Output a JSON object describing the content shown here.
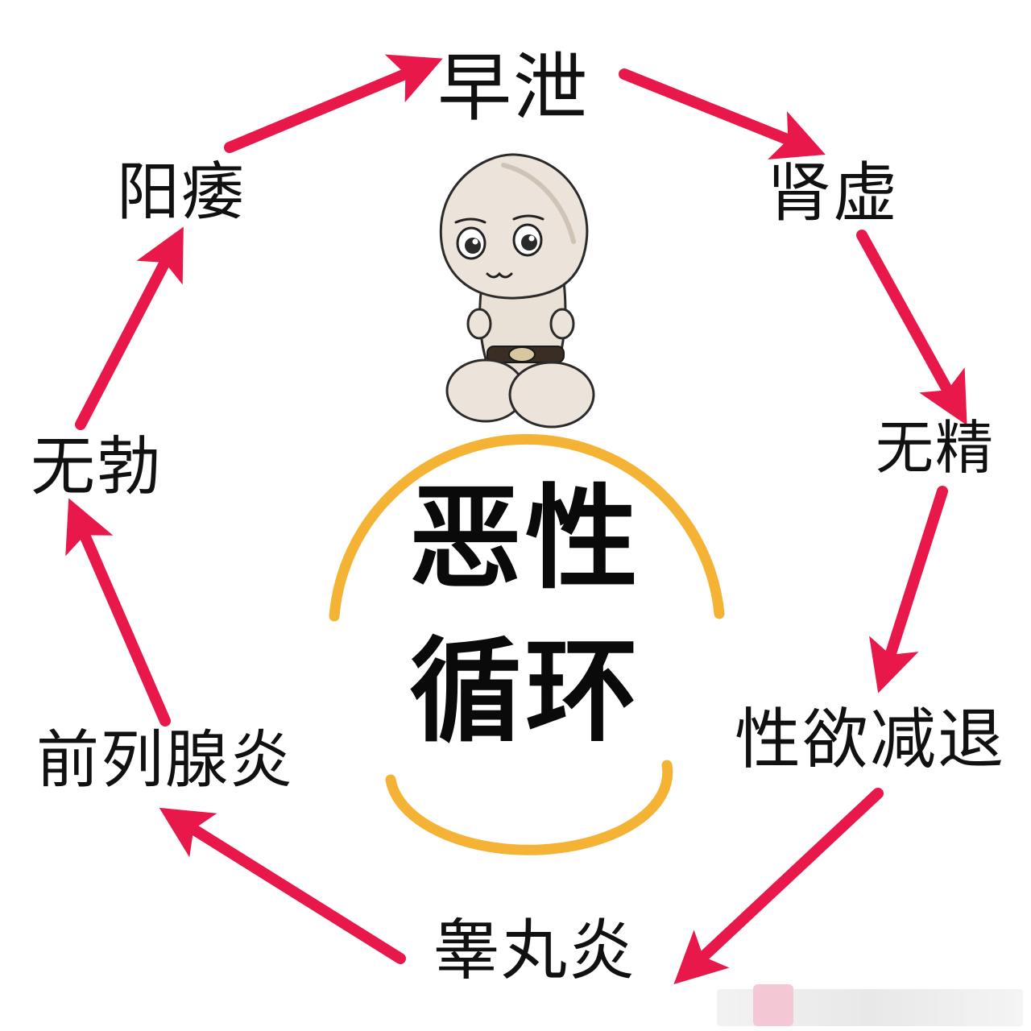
{
  "diagram": {
    "center": {
      "line1": "恶性",
      "line2": "循环"
    },
    "nodes": [
      {
        "id": "premature",
        "label": "早泄"
      },
      {
        "id": "kidney",
        "label": "肾虚"
      },
      {
        "id": "nosperm",
        "label": "无精"
      },
      {
        "id": "libido",
        "label": "性欲减退"
      },
      {
        "id": "orchitis",
        "label": "睾丸炎"
      },
      {
        "id": "prostatitis",
        "label": "前列腺炎"
      },
      {
        "id": "noerection",
        "label": "无勃"
      },
      {
        "id": "impotence",
        "label": "阳痿"
      }
    ],
    "cycle_direction": "clockwise",
    "colors": {
      "arrow": "#e8194a",
      "arc": "#f5b335",
      "text": "#111111",
      "mascot_skin": "#ece4da",
      "mascot_shade": "#cfc3b6",
      "background": "#ffffff"
    },
    "icons": [
      "mascot-icon",
      "cycle-arrow-icon"
    ]
  }
}
